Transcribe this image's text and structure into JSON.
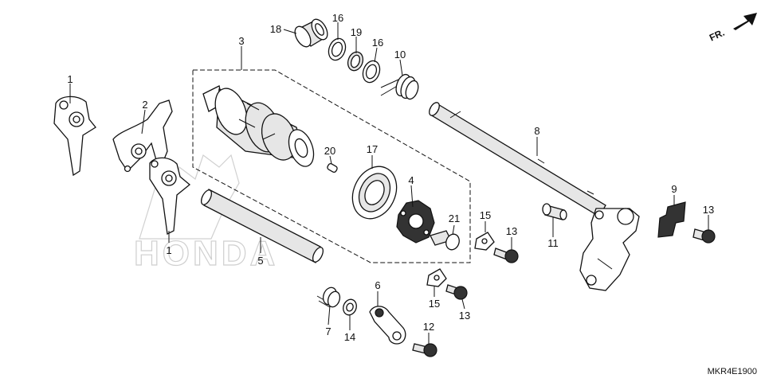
{
  "callouts": {
    "c1a": "1",
    "c1b": "1",
    "c2": "2",
    "c3": "3",
    "c4": "4",
    "c5": "5",
    "c6": "6",
    "c7": "7",
    "c8": "8",
    "c9": "9",
    "c10": "10",
    "c11": "11",
    "c12": "12",
    "c13a": "13",
    "c13b": "13",
    "c13c": "13",
    "c14": "14",
    "c15a": "15",
    "c15b": "15",
    "c16a": "16",
    "c16b": "16",
    "c17": "17",
    "c18": "18",
    "c19": "19",
    "c20": "20",
    "c21": "21"
  },
  "direction_label": "FR.",
  "diagram_code": "MKR4E1900",
  "watermark": "HONDA"
}
